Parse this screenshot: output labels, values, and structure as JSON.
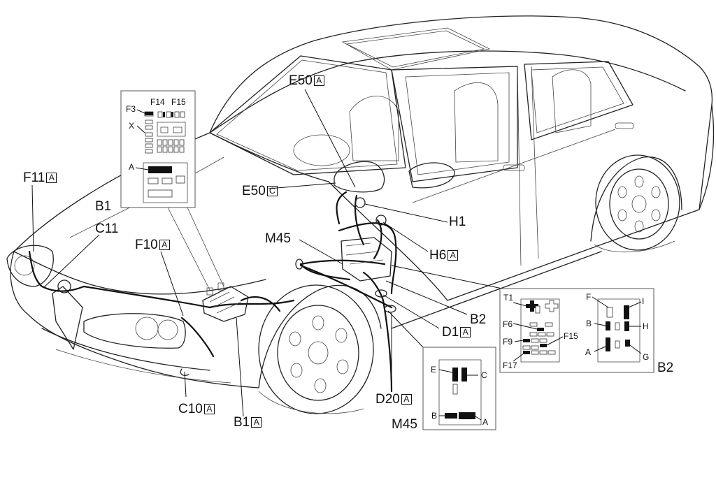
{
  "labels": {
    "e50a": {
      "text": "E50",
      "tag": "A"
    },
    "e50c": {
      "text": "E50",
      "tag": "C"
    },
    "f11a": {
      "text": "F11",
      "tag": "A"
    },
    "b1": {
      "text": "B1"
    },
    "c11": {
      "text": "C11"
    },
    "f10a": {
      "text": "F10",
      "tag": "A"
    },
    "m45": {
      "text": "M45"
    },
    "h1": {
      "text": "H1"
    },
    "h6a": {
      "text": "H6",
      "tag": "A"
    },
    "b2": {
      "text": "B2"
    },
    "d1a": {
      "text": "D1",
      "tag": "A"
    },
    "d20a": {
      "text": "D20",
      "tag": "A"
    },
    "c10a": {
      "text": "C10",
      "tag": "A"
    },
    "b1a": {
      "text": "B1",
      "tag": "A"
    }
  },
  "fusebox_inset": {
    "f3": "F3",
    "f14": "F14",
    "f15": "F15",
    "x": "X",
    "a": "A"
  },
  "relay_inset": {
    "t1": "T1",
    "f6": "F6",
    "f9": "F9",
    "f15": "F15",
    "f17": "F17"
  },
  "b2_inset": {
    "title": "B2",
    "pins": {
      "f": "F",
      "i": "I",
      "b": "B",
      "h": "H",
      "a": "A",
      "g": "G"
    }
  },
  "m45_inset": {
    "title": "M45",
    "pins": {
      "e": "E",
      "c": "C",
      "b": "B",
      "a": "A"
    }
  }
}
